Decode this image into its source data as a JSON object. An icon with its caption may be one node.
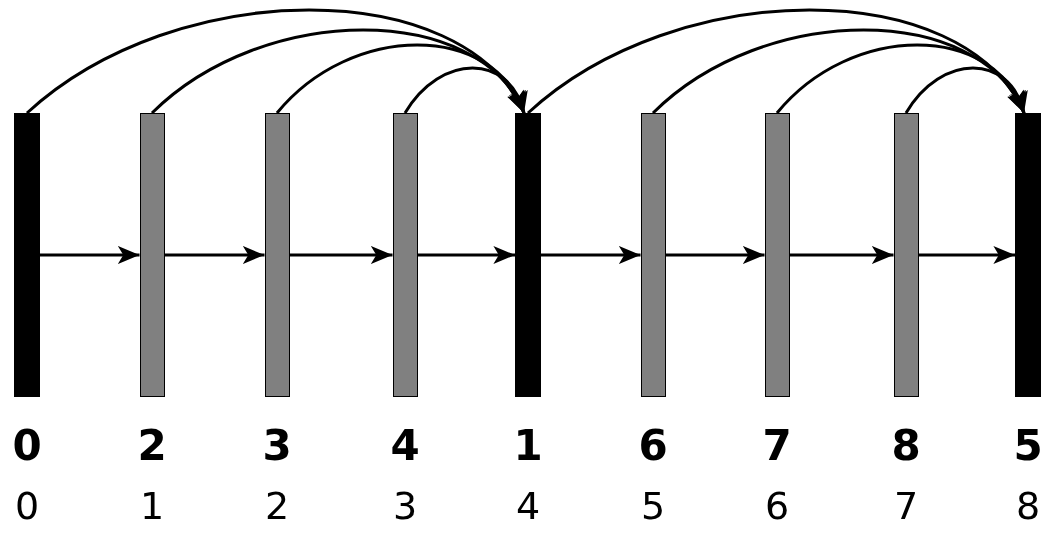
{
  "diagram": {
    "nodes": [
      {
        "text": [],
        "shape": "bar",
        "beside": [
          "0",
          "0"
        ]
      },
      {
        "text": [],
        "shape": "bar",
        "beside": [
          "2",
          "1"
        ]
      },
      {
        "text": [],
        "shape": "bar",
        "beside": [
          "3",
          "2"
        ]
      },
      {
        "text": [],
        "shape": "bar",
        "beside": [
          "4",
          "3"
        ]
      },
      {
        "text": [],
        "shape": "bar",
        "beside": [
          "1",
          "4"
        ]
      },
      {
        "text": [],
        "shape": "bar",
        "beside": [
          "6",
          "5"
        ]
      },
      {
        "text": [],
        "shape": "bar",
        "beside": [
          "7",
          "6"
        ]
      },
      {
        "text": [],
        "shape": "bar",
        "beside": [
          "8",
          "7"
        ]
      },
      {
        "text": [],
        "shape": "bar",
        "beside": [
          "5",
          "8"
        ]
      }
    ],
    "edges": [
      {
        "from": 0,
        "to": 1,
        "arrow": "to"
      },
      {
        "from": 1,
        "to": 2,
        "arrow": "to"
      },
      {
        "from": 2,
        "to": 3,
        "arrow": "to"
      },
      {
        "from": 3,
        "to": 4,
        "arrow": "to"
      },
      {
        "from": 4,
        "to": 5,
        "arrow": "to"
      },
      {
        "from": 5,
        "to": 6,
        "arrow": "to"
      },
      {
        "from": 6,
        "to": 7,
        "arrow": "to"
      },
      {
        "from": 7,
        "to": 8,
        "arrow": "to"
      },
      {
        "from": 0,
        "to": 4,
        "arrow": "to"
      },
      {
        "from": 1,
        "to": 4,
        "arrow": "to"
      },
      {
        "from": 2,
        "to": 4,
        "arrow": "to"
      },
      {
        "from": 3,
        "to": 4,
        "arrow": "to"
      },
      {
        "from": 4,
        "to": 8,
        "arrow": "to"
      },
      {
        "from": 5,
        "to": 8,
        "arrow": "to"
      },
      {
        "from": 6,
        "to": 8,
        "arrow": "to"
      },
      {
        "from": 7,
        "to": 8,
        "arrow": "to"
      }
    ]
  }
}
